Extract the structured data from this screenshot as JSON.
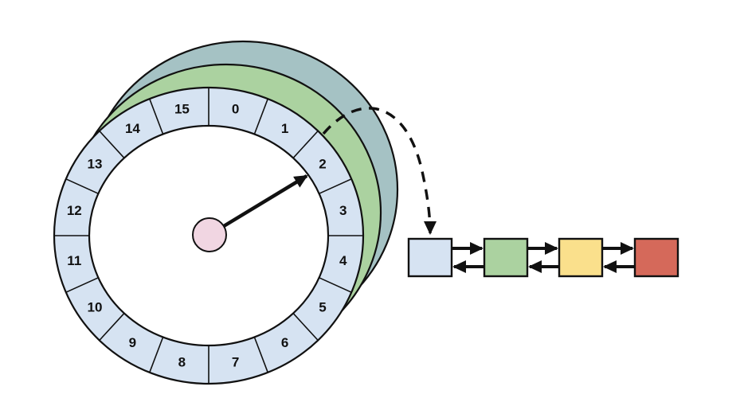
{
  "diagram": {
    "kind": "timing-wheel-with-slot-linked-list",
    "wheel": {
      "slot_count": 16,
      "slot_labels": [
        "0",
        "1",
        "2",
        "3",
        "4",
        "5",
        "6",
        "7",
        "8",
        "9",
        "10",
        "11",
        "12",
        "13",
        "14",
        "15"
      ],
      "current_slot": "2",
      "ring_color": "#d6e3f2",
      "face_color": "#ffffff",
      "hub_color": "#f1d6e2",
      "outline_color": "#111111"
    },
    "overflow_wheels": [
      {
        "name": "overflow-wheel-1",
        "color": "#abd2a0"
      },
      {
        "name": "overflow-wheel-2",
        "color": "#a5c2c4"
      }
    ],
    "pointer": {
      "style": "solid-arrow",
      "points_to_slot": "2"
    },
    "slot_link": {
      "style": "dashed-arrow",
      "from_slot": "2",
      "to_node": "list-node-1"
    },
    "linked_list": {
      "type": "doubly-linked",
      "nodes": [
        {
          "name": "list-node-1",
          "color": "#d6e3f2"
        },
        {
          "name": "list-node-2",
          "color": "#abd2a0"
        },
        {
          "name": "list-node-3",
          "color": "#fae08c"
        },
        {
          "name": "list-node-4",
          "color": "#d5695a"
        }
      ]
    }
  }
}
